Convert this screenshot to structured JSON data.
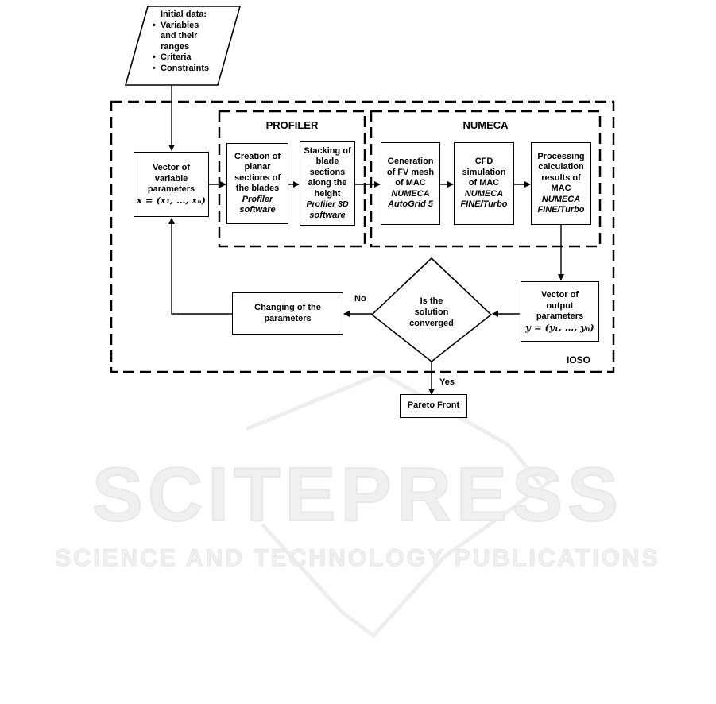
{
  "initial_data": {
    "title": "Initial data:",
    "bullets": [
      "Variables and their ranges",
      "Criteria",
      "Constraints"
    ]
  },
  "groups": {
    "ioso": "IOSO",
    "profiler": "PROFILER",
    "numeca": "NUMECA"
  },
  "vector_input": {
    "lines": [
      "Vector of",
      "variable",
      "parameters"
    ],
    "formula": "x = (x₁, …, xₙ)"
  },
  "profiler_steps": [
    {
      "lines": [
        "Creation of",
        "planar",
        "sections of",
        "the blades"
      ],
      "software": [
        "Profiler",
        "software"
      ]
    },
    {
      "lines": [
        "Stacking of",
        "blade",
        "sections",
        "along the",
        "height"
      ],
      "software": [
        "Profiler 3D",
        "software"
      ]
    }
  ],
  "numeca_steps": [
    {
      "lines": [
        "Generation",
        "of FV mesh",
        "of MAC"
      ],
      "software": [
        "NUMECA",
        "AutoGrid 5"
      ]
    },
    {
      "lines": [
        "CFD",
        "simulation",
        "of MAC"
      ],
      "software": [
        "NUMECA",
        "FINE/Turbo"
      ]
    },
    {
      "lines": [
        "Processing",
        "calculation",
        "results of",
        "MAC"
      ],
      "software": [
        "NUMECA",
        "FINE/Turbo"
      ]
    }
  ],
  "vector_output": {
    "lines": [
      "Vector of",
      "output",
      "parameters"
    ],
    "formula": "y = (y₁, …, yₙ)"
  },
  "decision": {
    "lines": [
      "Is the",
      "solution",
      "converged"
    ]
  },
  "change_params": {
    "lines": [
      "Changing of the",
      "parameters"
    ]
  },
  "branch_labels": {
    "no": "No",
    "yes": "Yes"
  },
  "pareto": "Pareto Front",
  "watermark": {
    "brand": "SCITEPRESS",
    "tagline": "SCIENCE AND TECHNOLOGY PUBLICATIONS"
  }
}
